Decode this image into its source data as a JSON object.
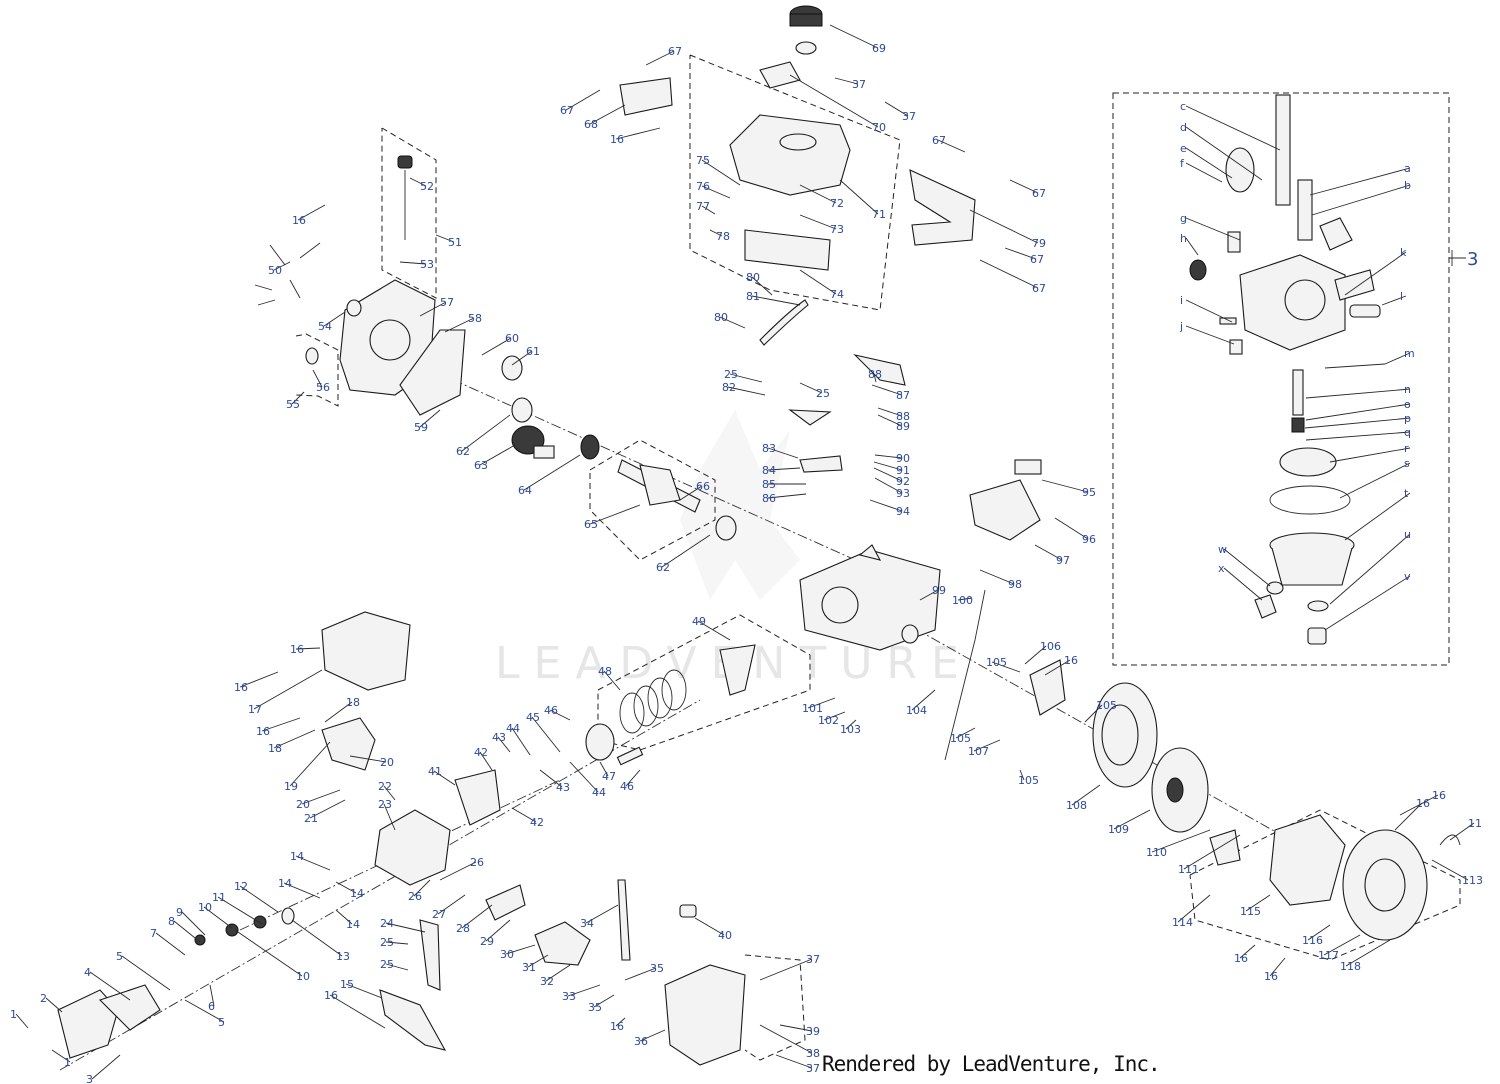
{
  "watermark": "LEADVENTURE",
  "credit": "Rendered by LeadVenture, Inc.",
  "callouts": {
    "assembly_ref": "3",
    "left": [
      "1",
      "1",
      "2",
      "3",
      "4",
      "5",
      "5",
      "6",
      "7",
      "8",
      "9",
      "10",
      "10",
      "11",
      "12",
      "13",
      "14",
      "14",
      "14",
      "14",
      "15",
      "16",
      "16",
      "16",
      "16",
      "16",
      "17",
      "18",
      "18",
      "19",
      "20",
      "20",
      "21",
      "22",
      "23",
      "24",
      "25",
      "25",
      "26",
      "26",
      "27",
      "28",
      "29",
      "30",
      "31",
      "32",
      "33",
      "34",
      "35",
      "35",
      "36",
      "37",
      "37",
      "38",
      "39",
      "40",
      "41",
      "42",
      "42",
      "43",
      "43",
      "44",
      "44",
      "45",
      "46",
      "46",
      "47",
      "48",
      "49"
    ],
    "upper": [
      "16",
      "50",
      "51",
      "52",
      "53",
      "54",
      "55",
      "56",
      "57",
      "58",
      "59",
      "60",
      "61",
      "62",
      "62",
      "63",
      "64",
      "65",
      "66",
      "67",
      "67",
      "68",
      "16",
      "69",
      "70",
      "71",
      "72",
      "73",
      "74",
      "75",
      "76",
      "77",
      "78",
      "79",
      "67",
      "67",
      "67",
      "67",
      "80",
      "80",
      "81",
      "37",
      "37"
    ],
    "center": [
      "82",
      "25",
      "25",
      "83",
      "84",
      "85",
      "86",
      "87",
      "88",
      "88",
      "89",
      "90",
      "91",
      "92",
      "93",
      "94",
      "95",
      "96",
      "97",
      "98",
      "99",
      "100",
      "101",
      "102",
      "103",
      "104",
      "105",
      "105",
      "105",
      "105",
      "106",
      "16",
      "107",
      "108",
      "109",
      "110",
      "111",
      "113",
      "11",
      "114",
      "115",
      "116",
      "117",
      "118",
      "16",
      "16",
      "16",
      "16"
    ],
    "carburetor": [
      "a",
      "b",
      "c",
      "d",
      "e",
      "f",
      "g",
      "h",
      "i",
      "j",
      "k",
      "l",
      "m",
      "n",
      "o",
      "p",
      "q",
      "r",
      "s",
      "t",
      "u",
      "v",
      "w",
      "x"
    ]
  },
  "colors": {
    "label": "#2b4a9a",
    "line": "#2a2a2a",
    "watermark": "#e6e6e6"
  }
}
